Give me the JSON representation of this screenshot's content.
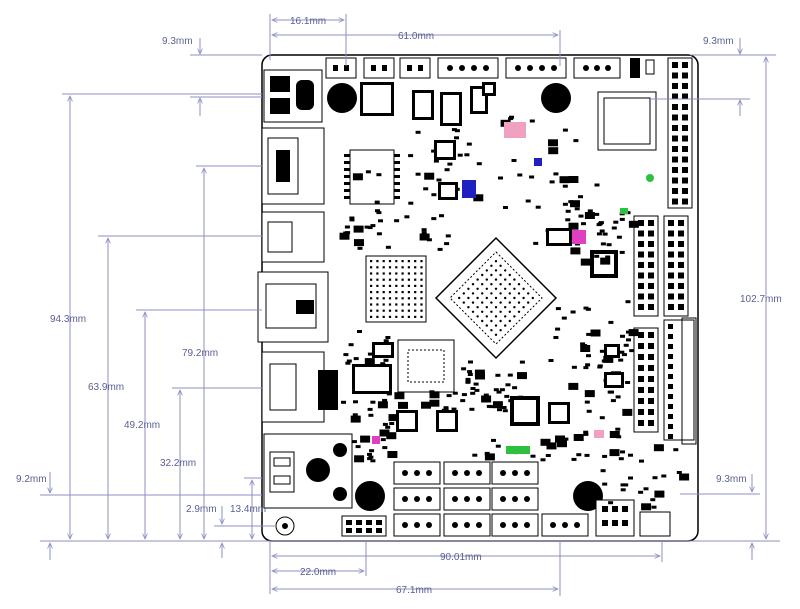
{
  "dimensions": {
    "top_16_1": "16.1mm",
    "top_61_0": "61.0mm",
    "top_left_9_3": "9.3mm",
    "top_right_9_3": "9.3mm",
    "left_94_3": "94.3mm",
    "left_63_9": "63.9mm",
    "left_79_2": "79.2mm",
    "left_49_2": "49.2mm",
    "left_32_2": "32.2mm",
    "left_9_2": "9.2mm",
    "left_2_9": "2.9mm",
    "left_13_4": "13.4mm",
    "right_102_7": "102.7mm",
    "right_9_3": "9.3mm",
    "bottom_90_01": "90.01mm",
    "bottom_22_0": "22.0mm",
    "bottom_67_1": "67.1mm"
  },
  "colors": {
    "dimension": "#8c91c3",
    "board_outline": "#000000",
    "silkscreen": "#000000",
    "pad": "#000000",
    "accent_magenta": "#e040c0",
    "accent_blue": "#2020c0",
    "accent_green": "#30c040",
    "accent_pink": "#f0a0c0"
  }
}
